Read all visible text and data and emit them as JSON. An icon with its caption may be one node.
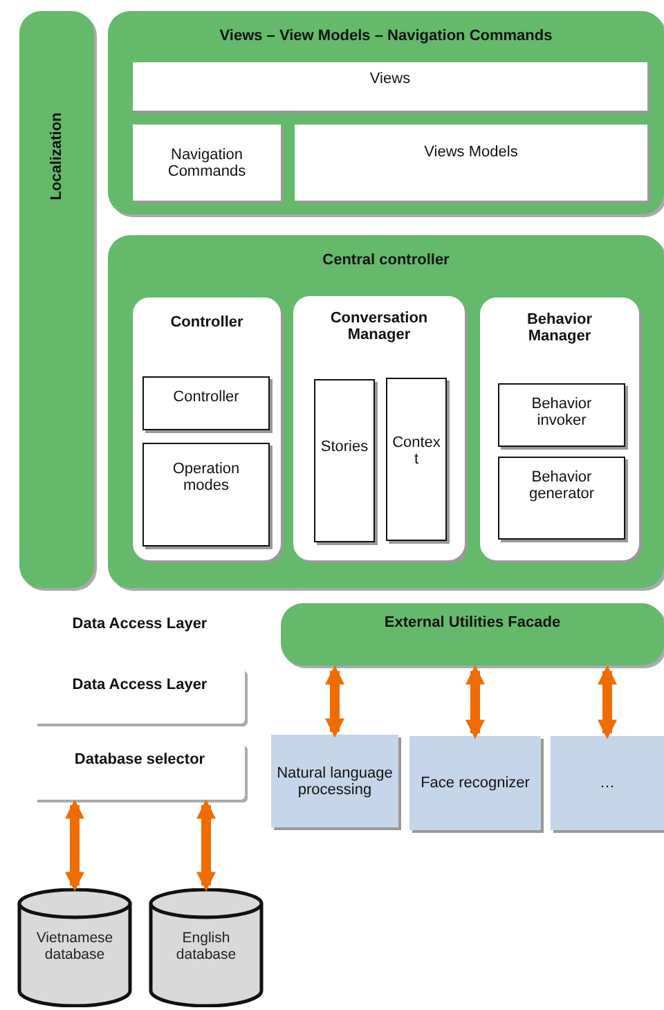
{
  "diagram": {
    "nodes": [
      {
        "text": [
          "Localization"
        ]
      },
      {
        "text": [
          "Views – View Models – Navigation Commands"
        ]
      },
      {
        "text": [
          "Views"
        ],
        "in": 1
      },
      {
        "text": [
          "Navigation Commands"
        ],
        "in": 1
      },
      {
        "text": [
          "Views Models"
        ],
        "in": 1
      },
      {
        "text": [
          "Central controller"
        ]
      },
      {
        "text": [
          "Controller"
        ],
        "in": 5
      },
      {
        "text": [
          "Controller"
        ],
        "in": 6
      },
      {
        "text": [
          "Operation modes"
        ],
        "in": 6
      },
      {
        "text": [
          "Conversation Manager"
        ],
        "in": 5
      },
      {
        "text": [
          "Stories"
        ],
        "in": 9
      },
      {
        "text": [
          "Context"
        ],
        "in": 9
      },
      {
        "text": [
          "Behavior Manager"
        ],
        "in": 5
      },
      {
        "text": [
          "Behavior invoker"
        ],
        "in": 12
      },
      {
        "text": [
          "Behavior generator"
        ],
        "in": 12
      },
      {
        "text": [
          "Data Access Layer"
        ]
      },
      {
        "text": [
          "Database selector"
        ]
      },
      {
        "text": [
          "External Utilities Facade"
        ]
      },
      {
        "text": [
          "Natural language processing"
        ]
      },
      {
        "text": [
          "Face recognizer"
        ]
      },
      {
        "text": [
          "…"
        ]
      },
      {
        "text": [
          "Vietnamese database"
        ]
      },
      {
        "text": [
          "English database"
        ]
      }
    ],
    "edges": [
      {
        "from": 17,
        "to": 18,
        "arrow": "both"
      },
      {
        "from": 17,
        "to": 19,
        "arrow": "both"
      },
      {
        "from": 17,
        "to": 20,
        "arrow": "both"
      },
      {
        "from": 16,
        "to": 21,
        "arrow": "both"
      },
      {
        "from": 16,
        "to": 22,
        "arrow": "both"
      }
    ],
    "labels": [
      "Data Access Layer"
    ]
  }
}
